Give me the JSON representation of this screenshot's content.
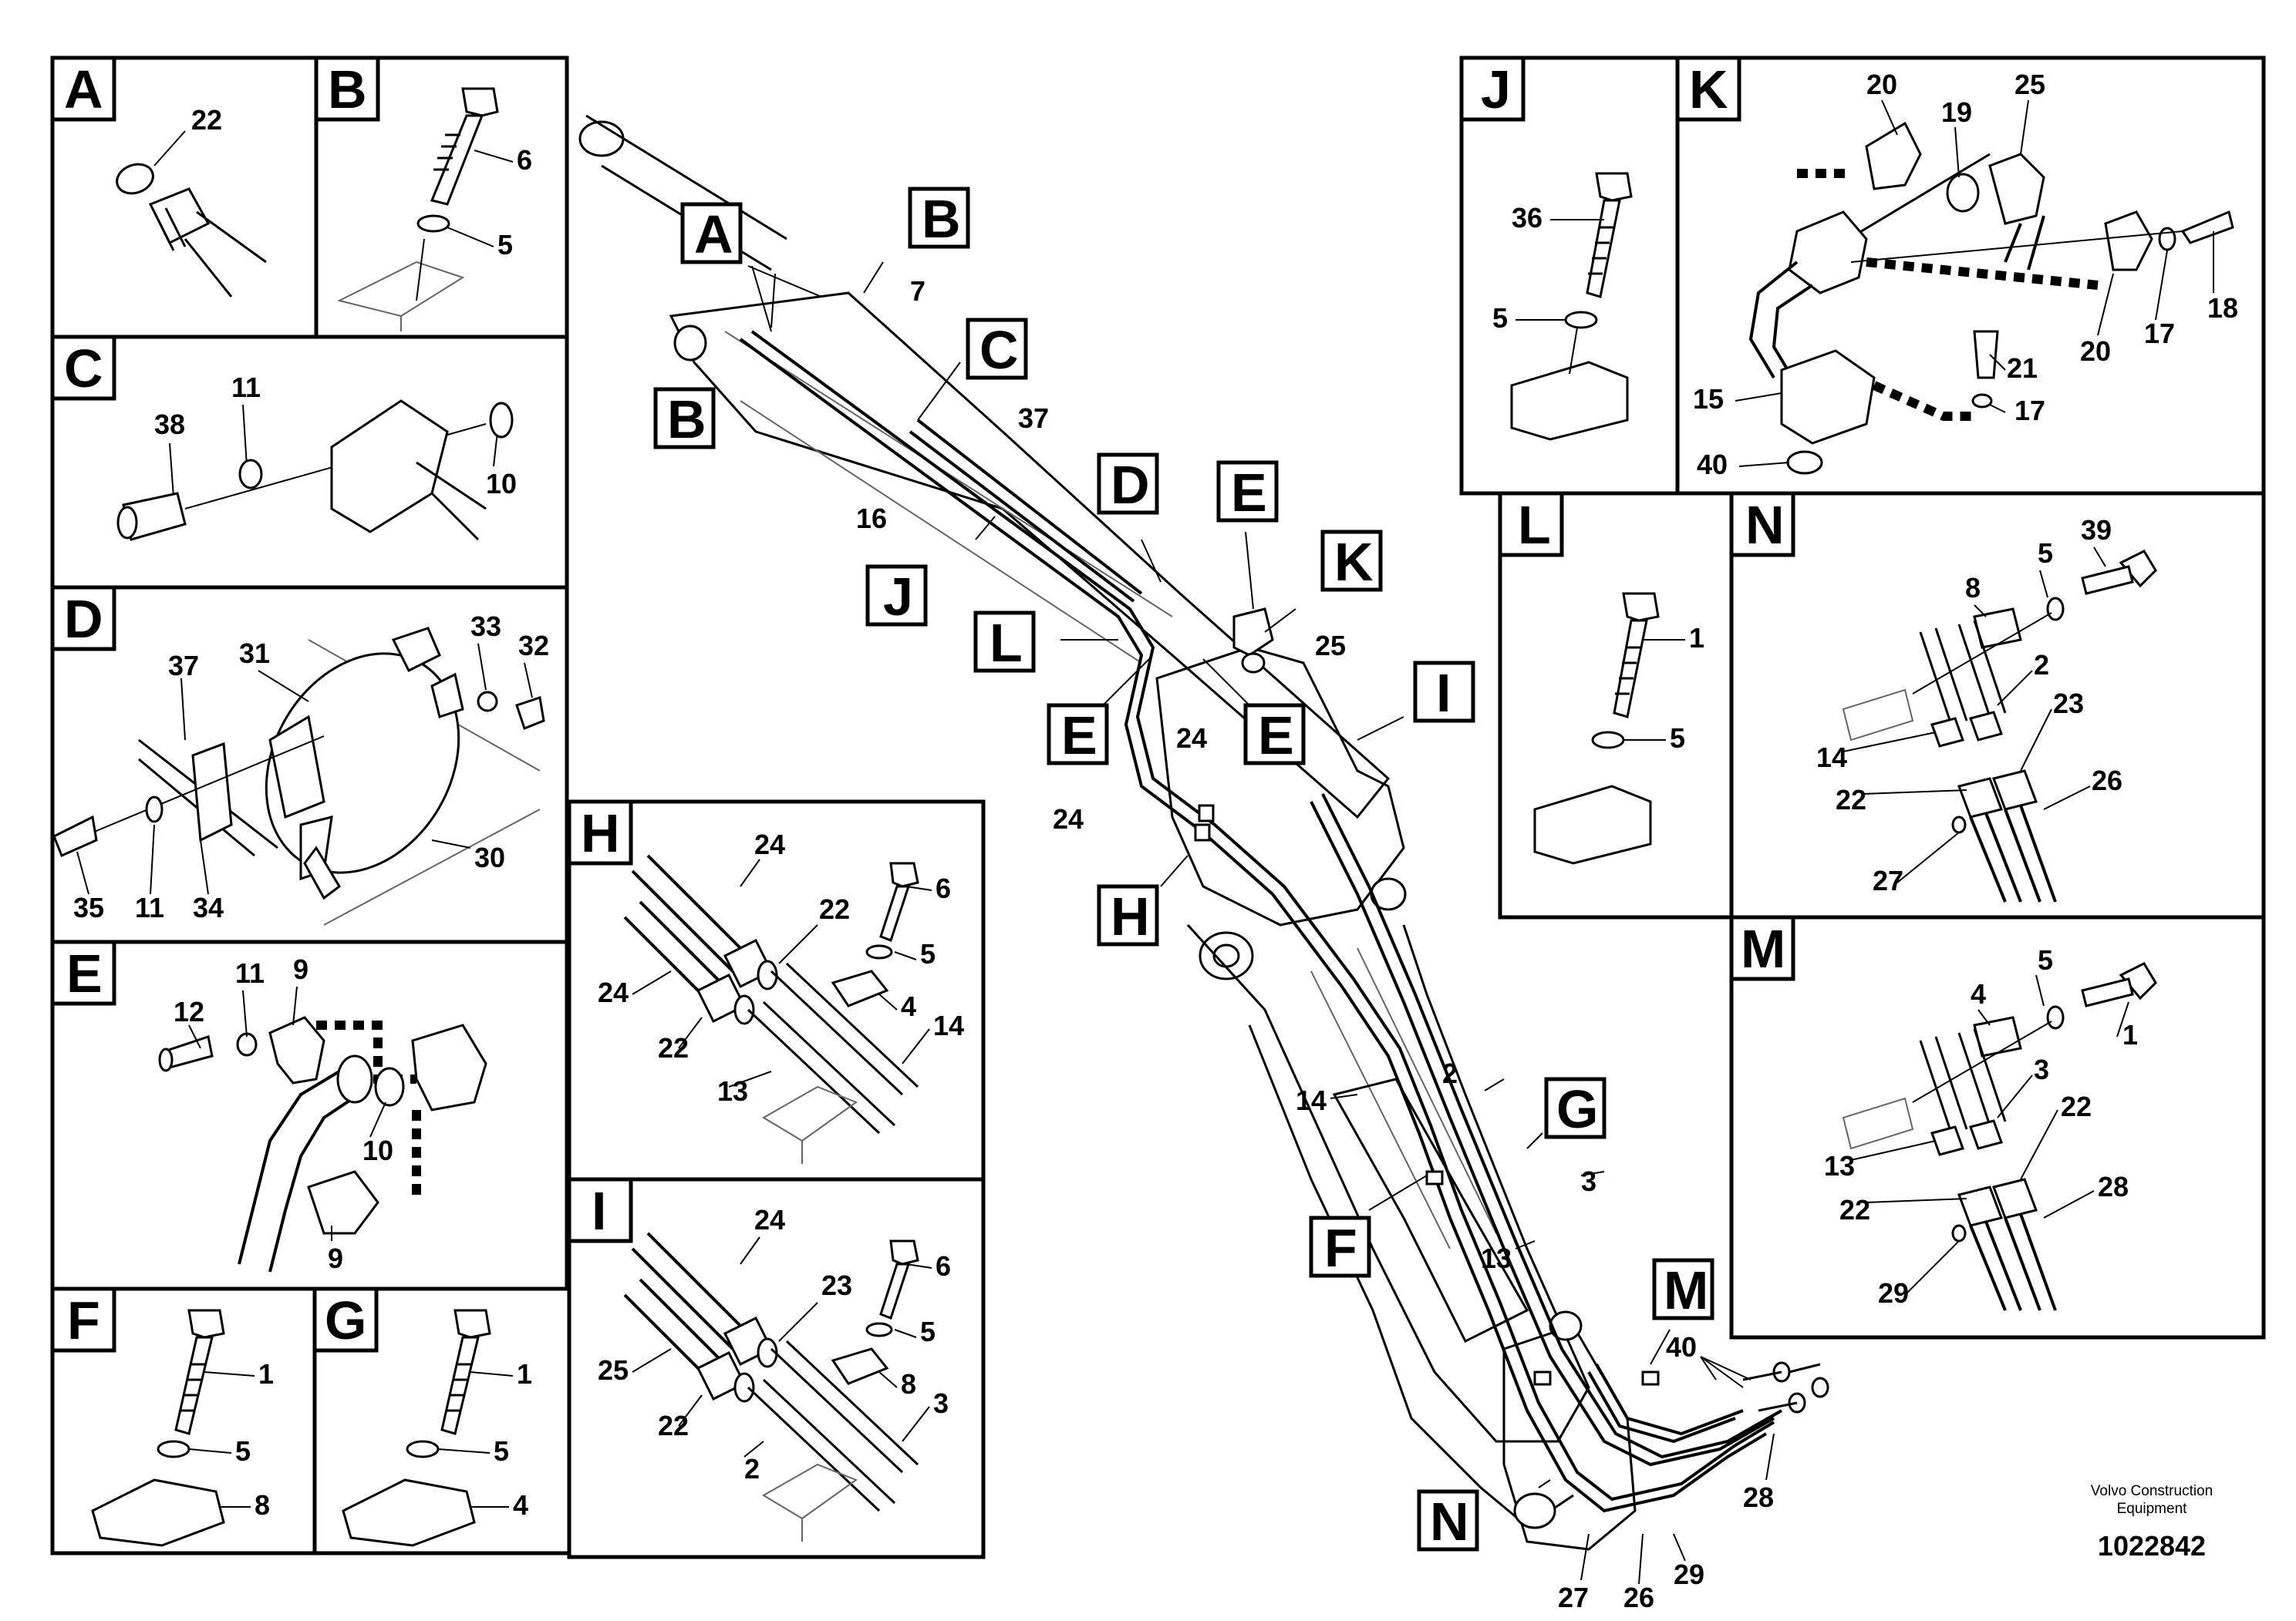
{
  "brand": {
    "line1": "Volvo Construction",
    "line2": "Equipment"
  },
  "document_number": "1022842",
  "detail_views": {
    "A": {
      "letter": "A",
      "parts": [
        "22"
      ]
    },
    "B": {
      "letter": "B",
      "parts": [
        "6",
        "5"
      ]
    },
    "C": {
      "letter": "C",
      "parts": [
        "38",
        "11",
        "10"
      ]
    },
    "D": {
      "letter": "D",
      "parts": [
        "37",
        "31",
        "33",
        "32",
        "35",
        "11",
        "34",
        "30"
      ]
    },
    "E": {
      "letter": "E",
      "parts": [
        "12",
        "11",
        "9",
        "10",
        "9"
      ]
    },
    "F": {
      "letter": "F",
      "parts": [
        "1",
        "5",
        "8"
      ]
    },
    "G": {
      "letter": "G",
      "parts": [
        "1",
        "5",
        "4"
      ]
    },
    "H": {
      "letter": "H",
      "parts": [
        "24",
        "22",
        "6",
        "5",
        "24",
        "4",
        "14",
        "22",
        "13"
      ]
    },
    "I": {
      "letter": "I",
      "parts": [
        "24",
        "23",
        "6",
        "5",
        "25",
        "8",
        "3",
        "22",
        "2"
      ]
    },
    "J": {
      "letter": "J",
      "parts": [
        "36",
        "5"
      ]
    },
    "K": {
      "letter": "K",
      "parts": [
        "20",
        "19",
        "25",
        "18",
        "17",
        "20",
        "21",
        "15",
        "17",
        "40"
      ]
    },
    "L": {
      "letter": "L",
      "parts": [
        "1",
        "5"
      ]
    },
    "M": {
      "letter": "M",
      "parts": [
        "5",
        "1",
        "4",
        "3",
        "22",
        "13",
        "22",
        "28",
        "29"
      ]
    },
    "N": {
      "letter": "N",
      "parts": [
        "39",
        "5",
        "8",
        "2",
        "23",
        "14",
        "22",
        "26",
        "27"
      ]
    }
  },
  "main_view": {
    "callouts": [
      "A",
      "B",
      "B",
      "C",
      "D",
      "E",
      "K",
      "L",
      "E",
      "E",
      "I",
      "J",
      "H",
      "G",
      "F",
      "M",
      "N"
    ],
    "parts": [
      "7",
      "37",
      "16",
      "25",
      "24",
      "24",
      "2",
      "14",
      "3",
      "13",
      "40",
      "28",
      "27",
      "26",
      "29"
    ]
  }
}
